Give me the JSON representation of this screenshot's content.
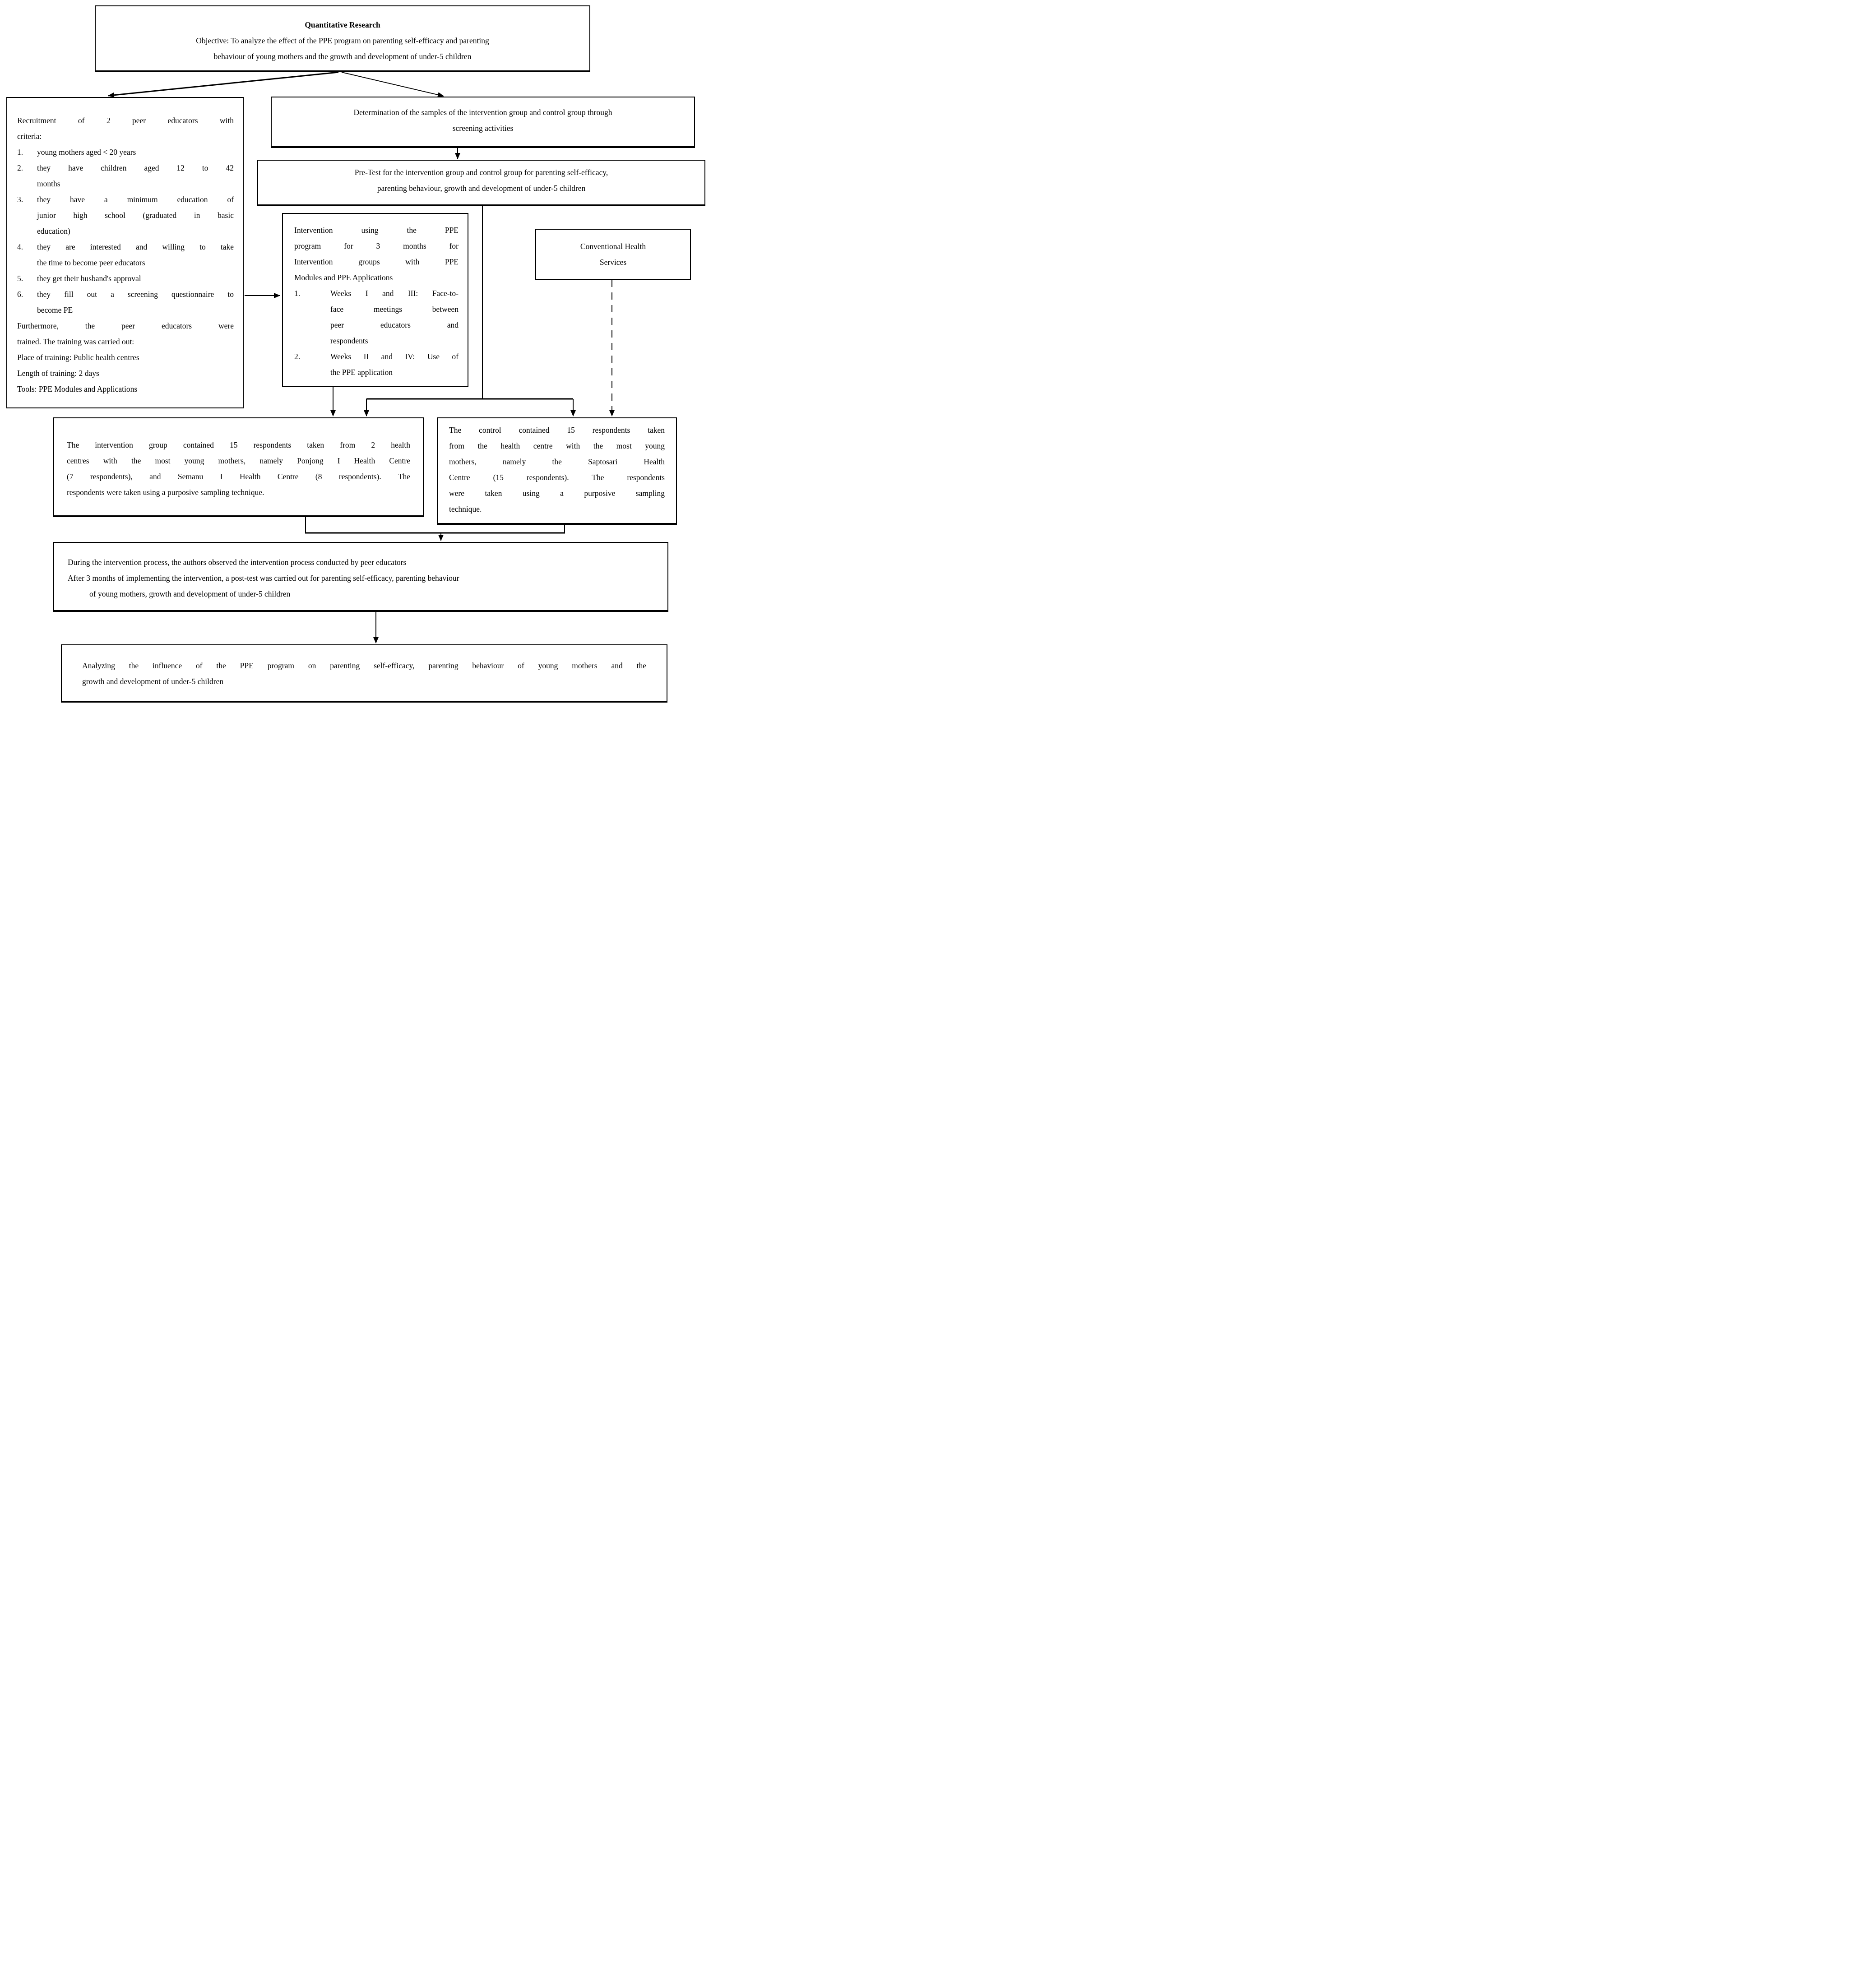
{
  "colors": {
    "border": "#000000",
    "background": "#ffffff",
    "text": "#000000"
  },
  "nodes": {
    "top": {
      "title": "Quantitative Research",
      "lines": [
        "Objective: To analyze the effect of the PPE program on parenting self-efficacy and parenting",
        "behaviour of young mothers and the growth and development of under-5 children"
      ]
    },
    "recruitment": {
      "lines": [
        {
          "n": "",
          "t": "Recruitment of 2 peer educators with"
        },
        {
          "n": "",
          "t": "criteria:"
        },
        {
          "n": "1.",
          "t": "young mothers aged < 20 years"
        },
        {
          "n": "2.",
          "t": "they have children aged 12 to 42"
        },
        {
          "n": "",
          "t": "months"
        },
        {
          "n": "3.",
          "t": "they have a minimum education of"
        },
        {
          "n": "",
          "t": "junior high school (graduated in basic"
        },
        {
          "n": "",
          "t": "education)"
        },
        {
          "n": "4.",
          "t": "they are interested and willing to take"
        },
        {
          "n": "",
          "t": "the time to become peer educators"
        },
        {
          "n": "5.",
          "t": "they get their husband's approval"
        },
        {
          "n": "6.",
          "t": "they fill out a screening questionnaire to"
        },
        {
          "n": "",
          "t": "become PE"
        },
        {
          "n": "",
          "t": "Furthermore, the peer educators were"
        },
        {
          "n": "",
          "t": "trained. The training was carried out:"
        },
        {
          "n": "",
          "t": "Place of training: Public health centres"
        },
        {
          "n": "",
          "t": "Length of training: 2 days"
        },
        {
          "n": "",
          "t": "Tools: PPE Modules and Applications"
        }
      ]
    },
    "determination": {
      "lines": [
        "Determination of the samples of the intervention group and control group through",
        "screening activities"
      ]
    },
    "pretest": {
      "lines": [
        "Pre-Test for the intervention group and control group for parenting self-efficacy,",
        "parenting behaviour, growth and development of under-5 children"
      ]
    },
    "intervention": {
      "lines": [
        {
          "n": "",
          "t": "Intervention using the PPE"
        },
        {
          "n": "",
          "t": "program for 3 months for"
        },
        {
          "n": "",
          "t": "Intervention groups with PPE"
        },
        {
          "n": "",
          "t": "Modules and PPE Applications"
        },
        {
          "n": "1.",
          "t": "Weeks I and III: Face-to-"
        },
        {
          "n": "",
          "t": "face meetings between"
        },
        {
          "n": "",
          "t": "peer educators and"
        },
        {
          "n": "",
          "t": "respondents"
        },
        {
          "n": "2.",
          "t": "Weeks II and IV: Use of"
        },
        {
          "n": "",
          "t": "the PPE application"
        }
      ]
    },
    "chs": {
      "lines": [
        "Conventional Health",
        "Services"
      ]
    },
    "intervention_group": {
      "lines": [
        "The intervention group contained 15 respondents taken from 2 health",
        "centres with the most young mothers, namely Ponjong I Health Centre",
        "(7 respondents), and Semanu I Health Centre (8 respondents). The",
        "respondents were taken using a purposive sampling technique."
      ]
    },
    "control_group": {
      "lines": [
        "The control contained 15 respondents taken",
        "from the health centre with the most young",
        "mothers, namely the Saptosari Health",
        "Centre (15 respondents). The respondents",
        "were taken using a purposive sampling",
        "technique."
      ]
    },
    "observation": {
      "lines": [
        "During the intervention process, the authors observed the intervention process conducted by peer educators",
        "After 3 months of implementing the intervention, a post-test was carried out for parenting self-efficacy, parenting behaviour",
        "of young mothers, growth and development of under-5 children"
      ]
    },
    "analysis": {
      "lines": [
        "Analyzing the influence of the PPE program on parenting self-efficacy, parenting behaviour of young mothers and the",
        "growth and development of under-5 children"
      ]
    }
  },
  "edges": [
    {
      "from": "top",
      "to": "recruitment",
      "style": "solid-arrow"
    },
    {
      "from": "top",
      "to": "determination",
      "style": "solid-arrow"
    },
    {
      "from": "determination",
      "to": "pretest",
      "style": "solid-arrow"
    },
    {
      "from": "recruitment",
      "to": "intervention",
      "style": "solid-arrow"
    },
    {
      "from": "pretest",
      "to": "intervention_group",
      "style": "solid-arrow"
    },
    {
      "from": "pretest",
      "to": "control_group",
      "style": "solid-arrow"
    },
    {
      "from": "intervention",
      "to": "intervention_group",
      "style": "solid-arrow"
    },
    {
      "from": "chs",
      "to": "control_group",
      "style": "dashed-arrow"
    },
    {
      "from": "intervention_group",
      "to": "observation",
      "style": "solid-arrow"
    },
    {
      "from": "control_group",
      "to": "observation",
      "style": "solid-arrow"
    },
    {
      "from": "observation",
      "to": "analysis",
      "style": "solid-arrow"
    }
  ]
}
